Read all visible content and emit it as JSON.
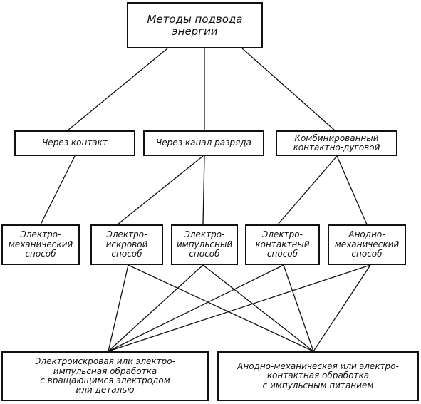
{
  "root": {
    "label": "Методы подвода\nэнергии"
  },
  "level1": [
    {
      "id": "contact",
      "label": "Через контакт"
    },
    {
      "id": "discharge",
      "label": "Через канал разряда"
    },
    {
      "id": "combined",
      "label": "Комбинированный\nконтактно-дуговой"
    }
  ],
  "level2": [
    {
      "id": "electromech",
      "label": "Электро-\nмеханический\nспособ"
    },
    {
      "id": "electrospark",
      "label": "Электро-\nискровой\nспособ"
    },
    {
      "id": "electropulse",
      "label": "Электро-\nимпульсный\nспособ"
    },
    {
      "id": "electrocontact",
      "label": "Электро-\nконтактный\nспособ"
    },
    {
      "id": "anodemech",
      "label": "Анодно-\nмеханический\nспособ"
    }
  ],
  "level3": [
    {
      "id": "rotating",
      "label": "Электроискровая или электро-\nимпульсная обработка\nс вращающимся электродом\nили деталью"
    },
    {
      "id": "pulsed",
      "label": "Анодно-механическая или электро-\nконтактная обработка\nс импульсным питанием"
    }
  ]
}
